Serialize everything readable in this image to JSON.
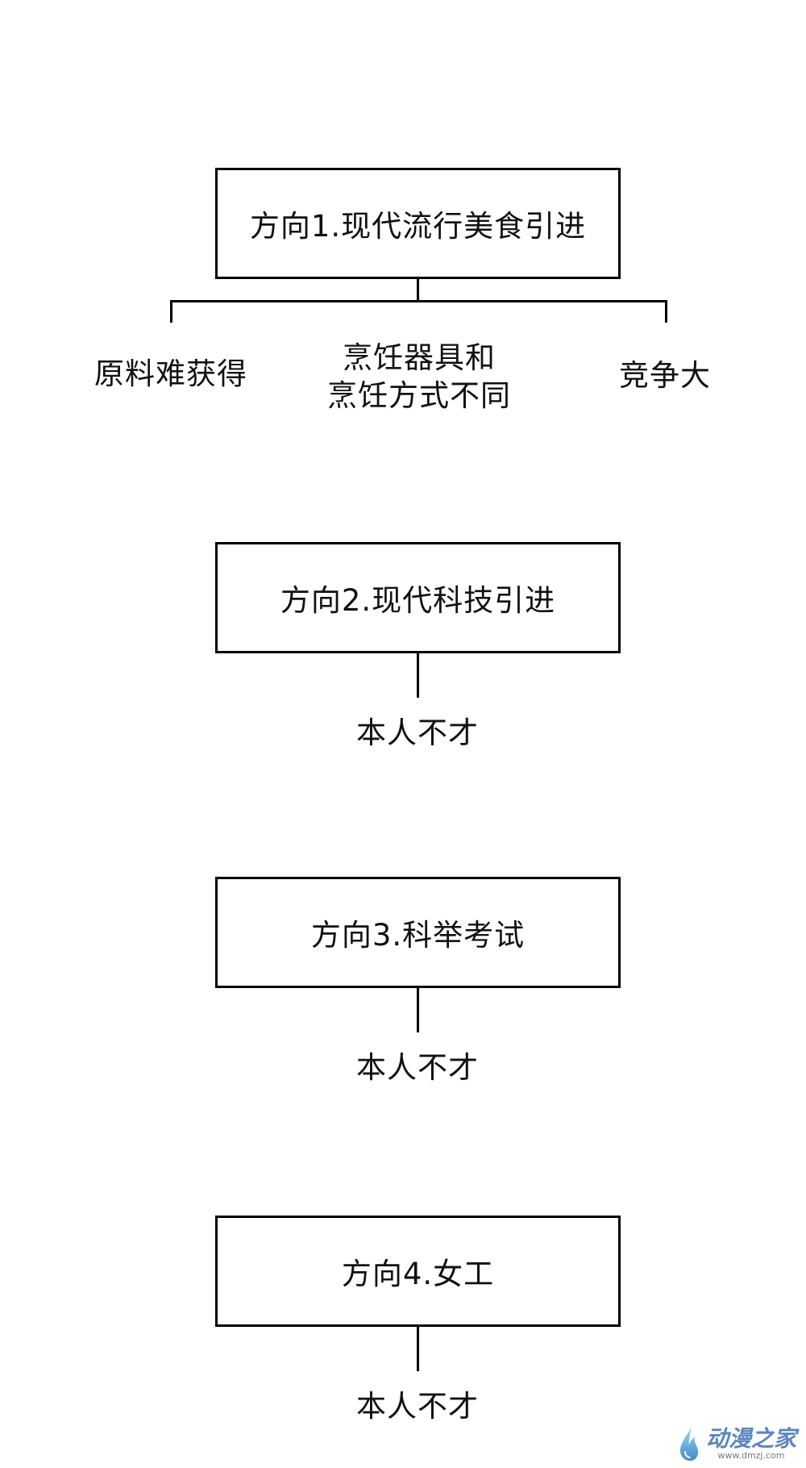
{
  "directions": [
    {
      "title": "方向1.现代流行美食引进",
      "branches": [
        "原料难获得",
        "烹饪器具和\n烹饪方式不同",
        "竞争大"
      ]
    },
    {
      "title": "方向2.现代科技引进",
      "branches": [
        "本人不才"
      ]
    },
    {
      "title": "方向3.科举考试",
      "branches": [
        "本人不才"
      ]
    },
    {
      "title": "方向4.女工",
      "branches": [
        "本人不才"
      ]
    }
  ],
  "watermark": {
    "main": "动漫之家",
    "sub": "www.dmzj.com"
  }
}
